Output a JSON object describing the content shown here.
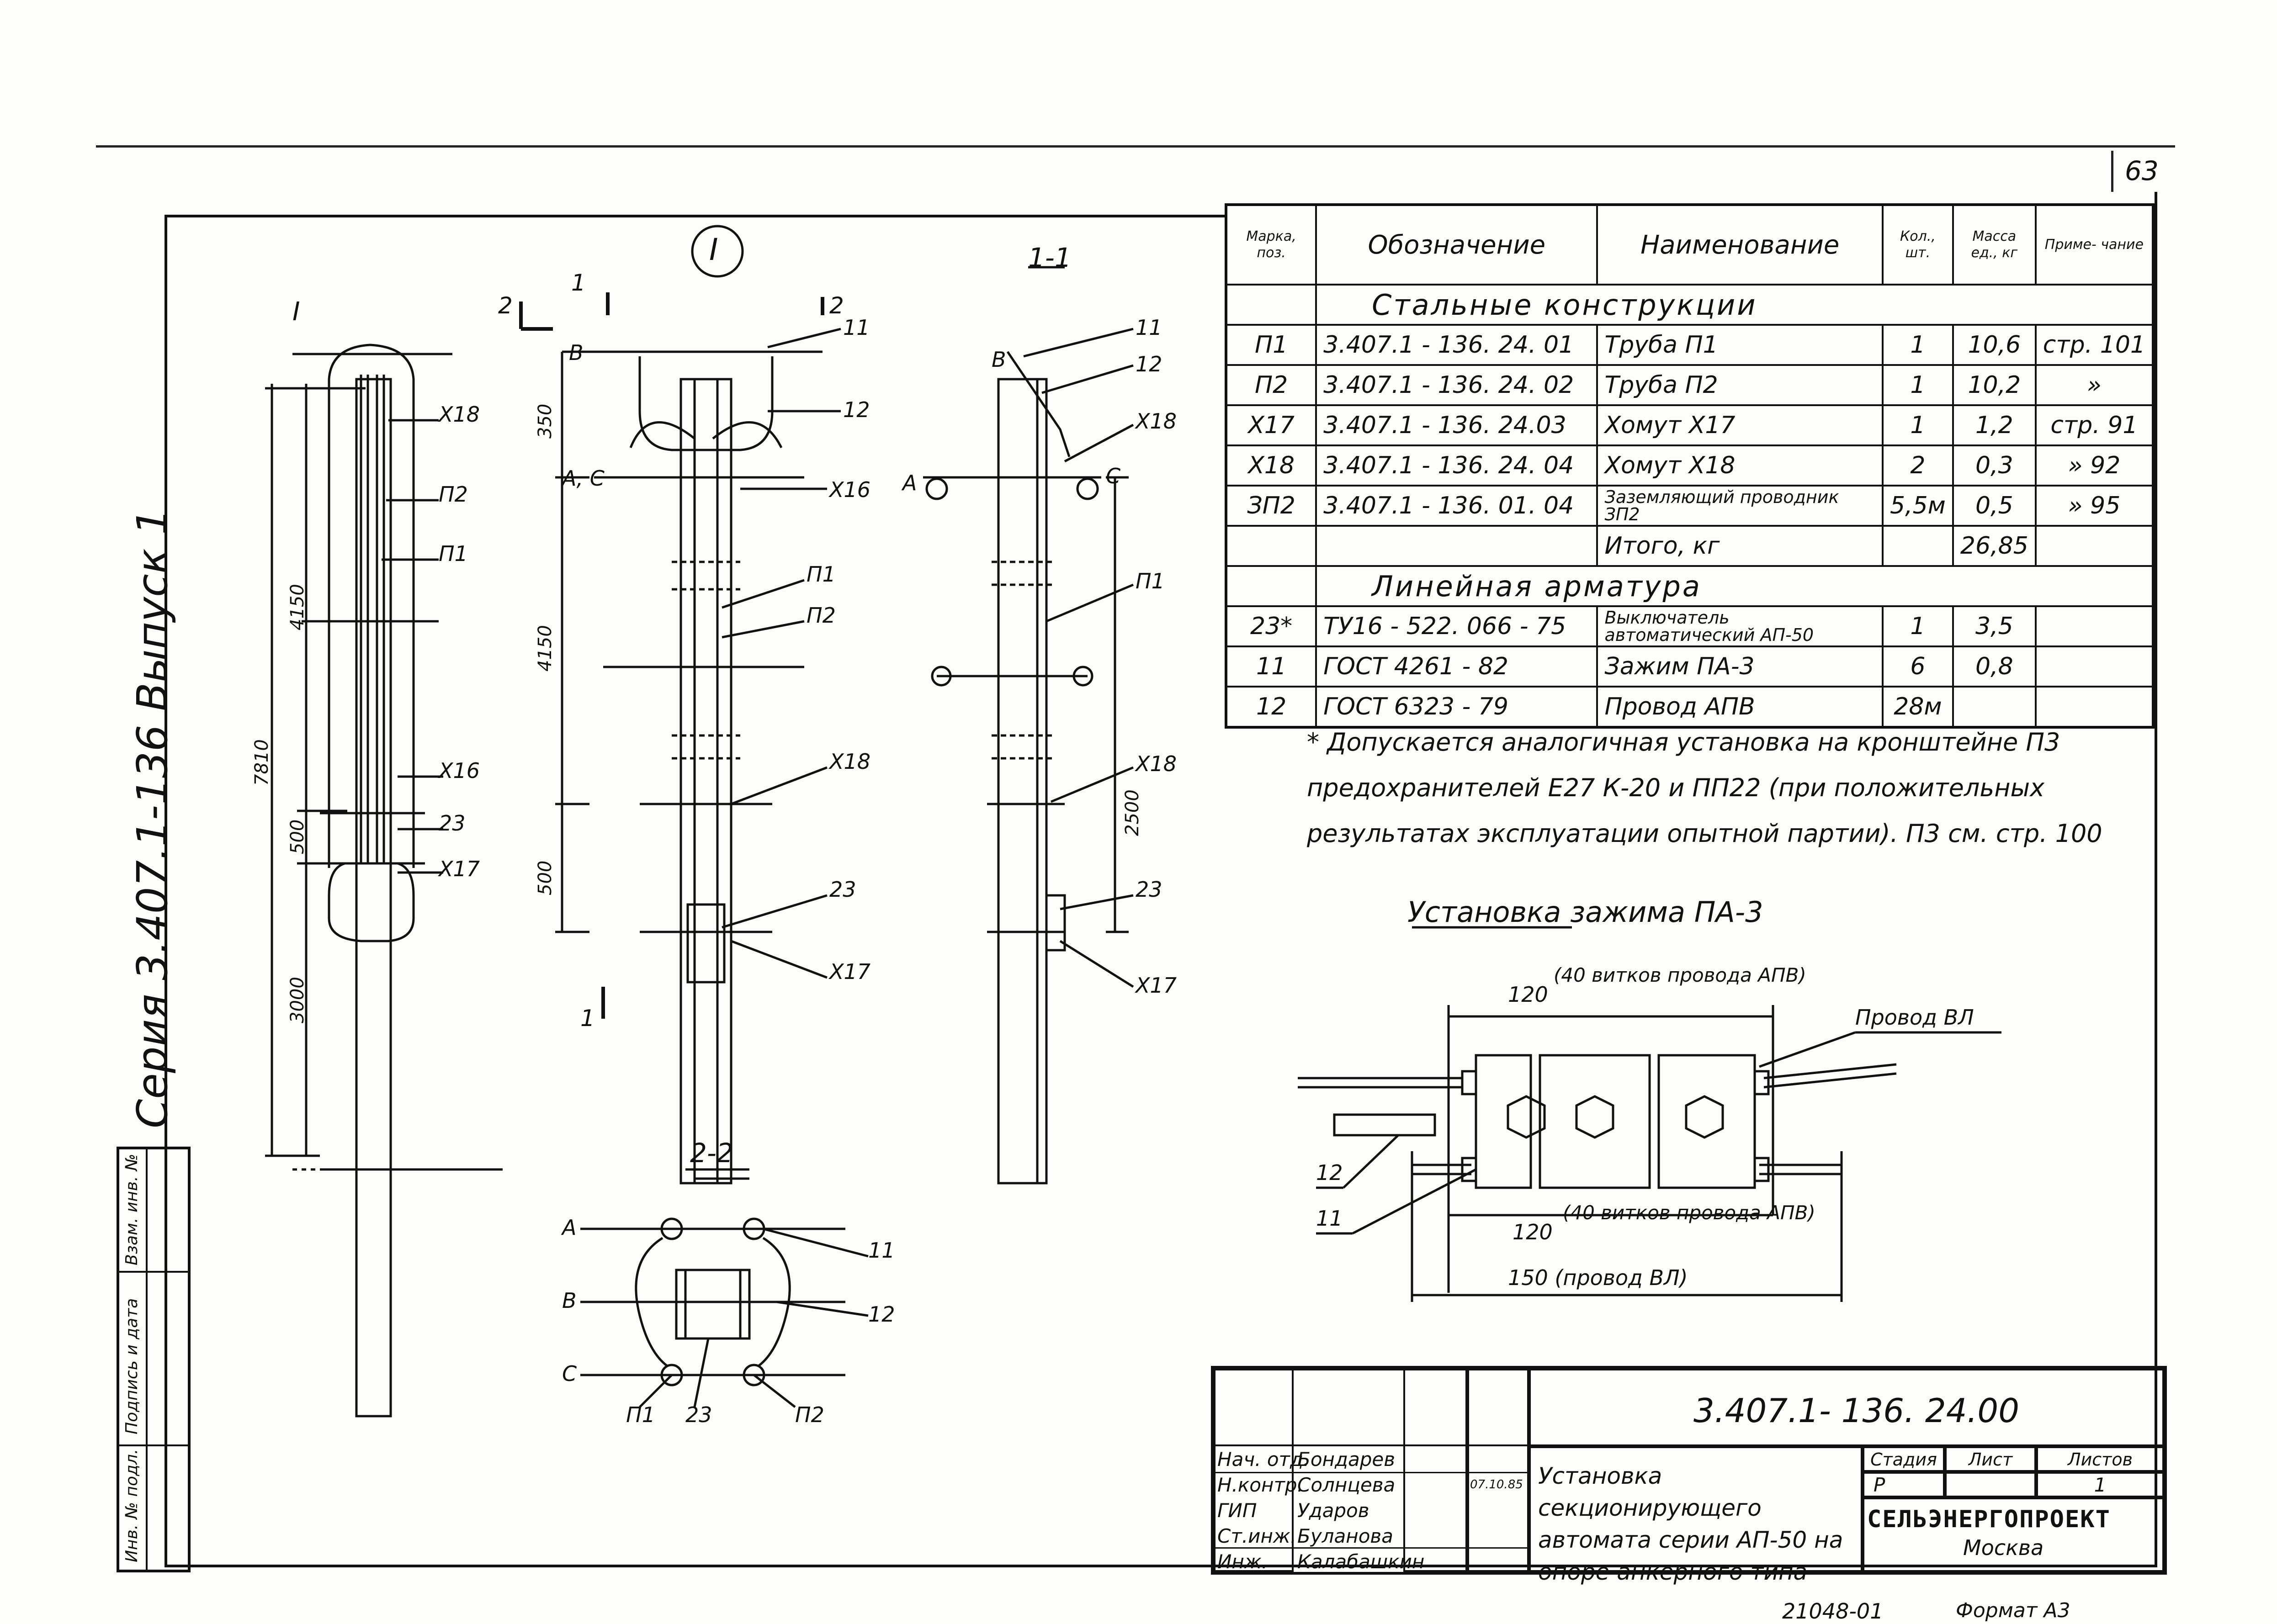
{
  "sheet": {
    "page_number": "63",
    "series_vertical": "Серия 3.407.1-136 Выпуск 1",
    "format_label": "Формат А3",
    "bottom_stamp": "21048-01"
  },
  "side_strip": {
    "inv_podl": "Инв. № подл.",
    "podpis": "Подпись и дата",
    "vzam": "Взам. инв. №"
  },
  "views": {
    "view_I_label": "I",
    "section_11": "1-1",
    "section_22": "2-2",
    "cut_1": "1",
    "cut_2": "2",
    "pole_labels": {
      "I": "I",
      "x18": "Х18",
      "p2": "П2",
      "p1": "П1",
      "x16": "Х16",
      "n23": "23",
      "x17": "Х17",
      "h7810": "7810",
      "h4150": "4150",
      "h500": "500",
      "h3000": "3000"
    },
    "view_I_labels": {
      "B": "В",
      "AC": "А, С",
      "n11": "11",
      "n12": "12",
      "x16": "Х16",
      "p1": "П1",
      "p2": "П2",
      "x18": "Х18",
      "n23": "23",
      "x17": "Х17",
      "d350": "350",
      "d4150": "4150",
      "d500": "500"
    },
    "view_11_labels": {
      "B": "В",
      "A": "А",
      "C": "С",
      "n11": "11",
      "n12": "12",
      "x18a": "Х18",
      "p1": "П1",
      "x18b": "Х18",
      "n23": "23",
      "x17": "Х17",
      "d2500": "2500"
    },
    "view_22_labels": {
      "A": "А",
      "B": "В",
      "C": "С",
      "n11": "11",
      "n12": "12",
      "p1": "П1",
      "n23": "23",
      "p2": "П2"
    }
  },
  "table": {
    "headers": {
      "mark": "Марка, поз.",
      "designation": "Обозначение",
      "name": "Наименование",
      "qty": "Кол., шт.",
      "mass": "Масса ед., кг",
      "note": "Приме- чание"
    },
    "section_steel": "Стальные конструкции",
    "steel_rows": [
      {
        "mark": "П1",
        "designation": "3.407.1 - 136. 24. 01",
        "name": "Труба П1",
        "qty": "1",
        "mass": "10,6",
        "note": "стр. 101"
      },
      {
        "mark": "П2",
        "designation": "3.407.1 - 136. 24. 02",
        "name": "Труба П2",
        "qty": "1",
        "mass": "10,2",
        "note": "»"
      },
      {
        "mark": "Х17",
        "designation": "3.407.1 - 136. 24.03",
        "name": "Хомут Х17",
        "qty": "1",
        "mass": "1,2",
        "note": "стр. 91"
      },
      {
        "mark": "Х18",
        "designation": "3.407.1 - 136. 24. 04",
        "name": "Хомут Х18",
        "qty": "2",
        "mass": "0,3",
        "note": "» 92"
      },
      {
        "mark": "ЗП2",
        "designation": "3.407.1 - 136. 01. 04",
        "name": "Заземляющий проводник ЗП2",
        "qty": "5,5м",
        "mass": "0,5",
        "note": "» 95"
      }
    ],
    "total_label": "Итого, кг",
    "total_value": "26,85",
    "section_linear": "Линейная арматура",
    "linear_rows": [
      {
        "mark": "23*",
        "designation": "ТУ16 - 522. 066 - 75",
        "name": "Выключатель автоматический АП-50",
        "qty": "1",
        "mass": "3,5",
        "note": ""
      },
      {
        "mark": "11",
        "designation": "ГОСТ 4261 - 82",
        "name": "Зажим ПА-3",
        "qty": "6",
        "mass": "0,8",
        "note": ""
      },
      {
        "mark": "12",
        "designation": "ГОСТ 6323 - 79",
        "name": "Провод АПВ",
        "qty": "28м",
        "mass": "",
        "note": ""
      }
    ]
  },
  "note_text": "* Допускается аналогичная установка на кронштейне П3 предохранителей Е27 К-20 и ПП22 (при положительных результатах эксплуатации опытной партии). П3 см. стр. 100",
  "clamp_detail": {
    "title": "Установка зажима ПА-3",
    "top_dim": "120",
    "top_note": "(40 витков провода АПВ)",
    "wire_label": "Провод ВЛ",
    "bottom_dim": "120",
    "bottom_note": "(40 витков провода АПВ)",
    "overall": "150 (провод ВЛ)",
    "pos12": "12",
    "pos11": "11"
  },
  "title_block": {
    "doc_code": "3.407.1- 136. 24.00",
    "title": "Установка секционирующего автомата серии АП-50 на опоре анкерного типа",
    "stage_header": "Стадия",
    "sheet_header": "Лист",
    "sheets_header": "Листов",
    "stage": "Р",
    "sheet": "",
    "sheets": "1",
    "org": "СЕЛЬЭНЕРГОПРОЕКТ",
    "city": "Москва",
    "date": "07.10.85",
    "people": [
      {
        "role": "Нач. отд.",
        "name": "Бондарев"
      },
      {
        "role": "Н.контр.",
        "name": "Солнцева"
      },
      {
        "role": "ГИП",
        "name": "Ударов"
      },
      {
        "role": "Ст.инж.",
        "name": "Буланова"
      },
      {
        "role": "Инж.",
        "name": "Калабашкин"
      }
    ]
  }
}
